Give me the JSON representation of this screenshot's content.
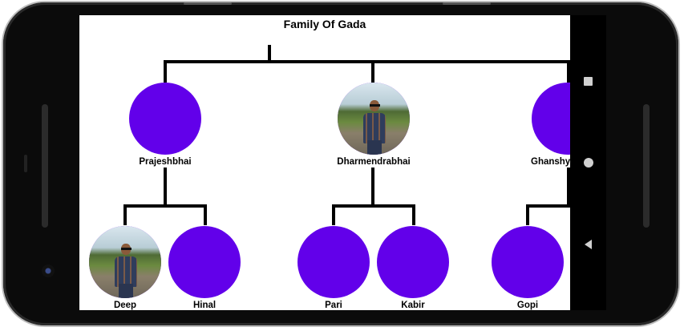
{
  "app": {
    "title": "Family Of Gada"
  },
  "tree": {
    "children": [
      {
        "name": "Prajeshbhai",
        "has_photo": false
      },
      {
        "name": "Dharmendrabhai",
        "has_photo": true
      },
      {
        "name": "Ghanshy",
        "has_photo": false
      }
    ],
    "grandchildren": [
      {
        "name": "Deep",
        "has_photo": true
      },
      {
        "name": "Hinal",
        "has_photo": false
      },
      {
        "name": "Pari",
        "has_photo": false
      },
      {
        "name": "Kabir",
        "has_photo": false
      },
      {
        "name": "Gopi",
        "has_photo": false
      }
    ]
  },
  "colors": {
    "node_fill": "#6200ea",
    "line": "#000000",
    "background": "#ffffff"
  },
  "navbar": {
    "icons": [
      "recent-apps-icon",
      "home-icon",
      "back-icon"
    ]
  }
}
